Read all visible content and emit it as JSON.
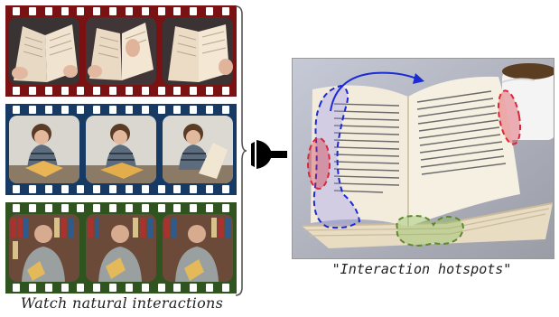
{
  "captions": {
    "left": "Watch natural interactions",
    "right": "\"Interaction hotspots\""
  },
  "strips": [
    {
      "name": "book-reading-hands",
      "color": "#7a1214"
    },
    {
      "name": "child-reading",
      "color": "#163a63"
    },
    {
      "name": "man-reading",
      "color": "#2f5420"
    }
  ],
  "hotspots": [
    {
      "name": "page-edge-left",
      "color": "#d8283a"
    },
    {
      "name": "page-edge-right",
      "color": "#d8283a"
    },
    {
      "name": "book-bottom",
      "color": "#5c8a2a"
    },
    {
      "name": "page-turn-region",
      "color": "#1a2bd6"
    }
  ],
  "arrow_color": "#1a2bd6"
}
